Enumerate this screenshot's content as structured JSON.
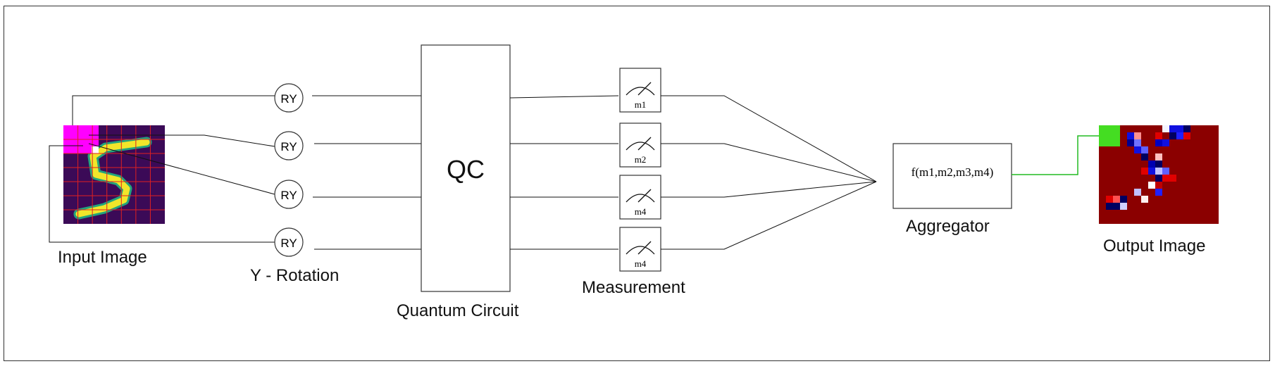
{
  "labels": {
    "input_image": "Input Image",
    "y_rotation": "Y - Rotation",
    "quantum_circuit": "Quantum Circuit",
    "qc": "QC",
    "measurement": "Measurement",
    "aggregator": "Aggregator",
    "aggregator_formula": "f(m1,m2,m3,m4)",
    "output_image": "Output Image"
  },
  "gates": [
    "RY",
    "RY",
    "RY",
    "RY"
  ],
  "meters": [
    "m1",
    "m2",
    "m4",
    "m4"
  ],
  "colors": {
    "patch_highlight": "#ff00ff",
    "output_highlight": "#44dd22",
    "output_link": "#22bb22",
    "input_background": "#3b0a57",
    "digit_fill": "#f1e62a",
    "digit_edge": "#23a47c",
    "grid": "#e02020",
    "output_background": "#8b0000"
  }
}
